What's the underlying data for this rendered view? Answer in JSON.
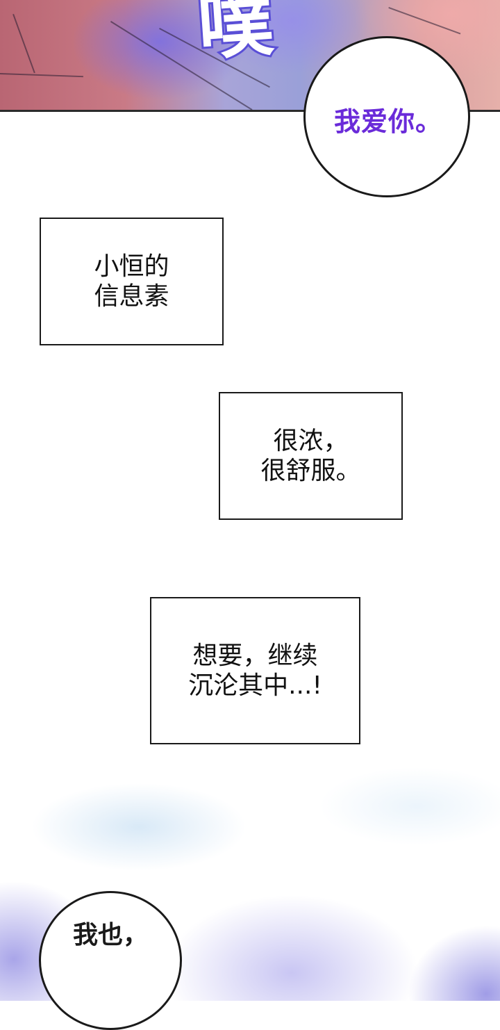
{
  "panels": {
    "top": {
      "sfx": "噗",
      "bubble": "我爱你。"
    },
    "caption_1": {
      "lines": [
        "小恒的",
        "信息素"
      ]
    },
    "caption_2": {
      "lines": [
        "很浓，",
        "很舒服。"
      ]
    },
    "caption_3": {
      "lines": [
        "想要，继续",
        "沉沦其中...!"
      ]
    },
    "bottom": {
      "bubble": "我也，"
    }
  },
  "colors": {
    "bubble_1_text": "#6a2bd9",
    "sfx_outline": "#5a4fd6",
    "ink": "#1a1a1a"
  }
}
